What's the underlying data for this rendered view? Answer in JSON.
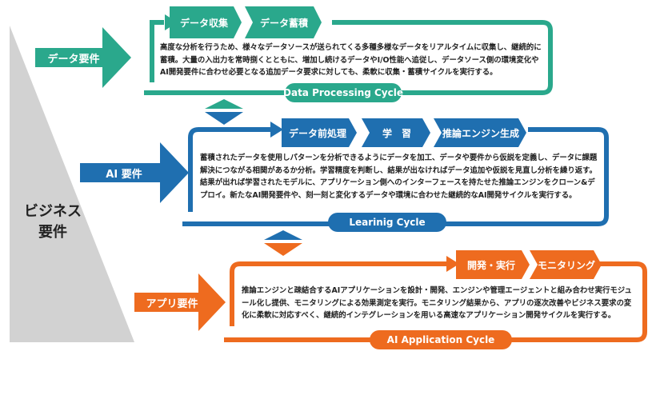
{
  "business_requirements": "ビジネス\n要件",
  "colors": {
    "teal": "#2aa88c",
    "blue": "#1f6fb0",
    "orange": "#ee6b1f",
    "gray": "#d2d2d2"
  },
  "cycles": [
    {
      "id": "data",
      "requirement": "データ要件",
      "steps": [
        "データ収集",
        "データ蓄積"
      ],
      "description": "高度な分析を行うため、様々なデータソースが送られてくる多種多様なデータをリアルタイムに収集し、継続的に蓄積。大量の入出力を常時捌くとともに、増加し続けるデータやI/O性能へ追従し、データソース側の環境変化やAI開発要件に合わせ必要となる追加データ要求に対しても、柔軟に収集・蓄積サイクルを実行する。",
      "cycle_name": "Data Processing Cycle"
    },
    {
      "id": "ai",
      "requirement": "AI 要件",
      "steps": [
        "データ前処理",
        "学　習",
        "推論エンジン生成"
      ],
      "description": "蓄積されたデータを使用しパターンを分析できるようにデータを加工、データや要件から仮説を定義し、データに課題解決につながる相関があるか分析。学習精度を判断し、結果が出なければデータ追加や仮説を見直し分析を繰り返す。結果が出れば学習されたモデルに、アプリケーション側へのインターフェースを持たせた推論エンジンをクローン&デプロイ。新たなAI開発要件や、刻一刻と変化するデータや環境に合わせた継続的なAI開発サイクルを実行する。",
      "cycle_name": "Learinig Cycle"
    },
    {
      "id": "app",
      "requirement": "アプリ要件",
      "steps": [
        "開発・実行",
        "モニタリング"
      ],
      "description": "推論エンジンと疎結合するAIアプリケーションを設計・開発、エンジンや管理エージェントと組み合わせ実行モジュール化し提供、モニタリングによる効果測定を実行。モニタリング結果から、アプリの逐次改善やビジネス要求の変化に柔軟に対応すべく、継続的インテグレーションを用いる高速なアプリケーション開発サイクルを実行する。",
      "cycle_name": "AI Application Cycle"
    }
  ]
}
